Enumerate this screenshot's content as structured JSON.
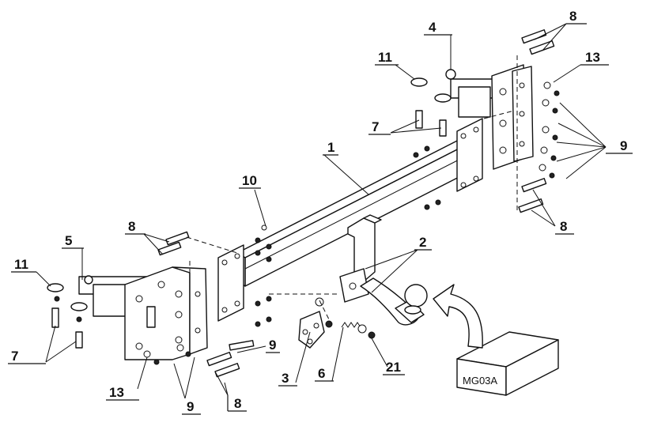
{
  "callouts": {
    "c1": "1",
    "c2": "2",
    "c3": "3",
    "c4": "4",
    "c5": "5",
    "c6": "6",
    "c7_left": "7",
    "c7_right": "7",
    "c8_left_top": "8",
    "c8_left_bottom": "8",
    "c8_right_top": "8",
    "c8_right_bottom": "8",
    "c9_left_a": "9",
    "c9_left_b": "9",
    "c9_right": "9",
    "c10": "10",
    "c11_left": "11",
    "c11_right": "11",
    "c13_left": "13",
    "c13_right": "13",
    "c21": "21"
  },
  "box_label": "MG03A",
  "colors": {
    "line": "#111111",
    "background": "#ffffff"
  }
}
